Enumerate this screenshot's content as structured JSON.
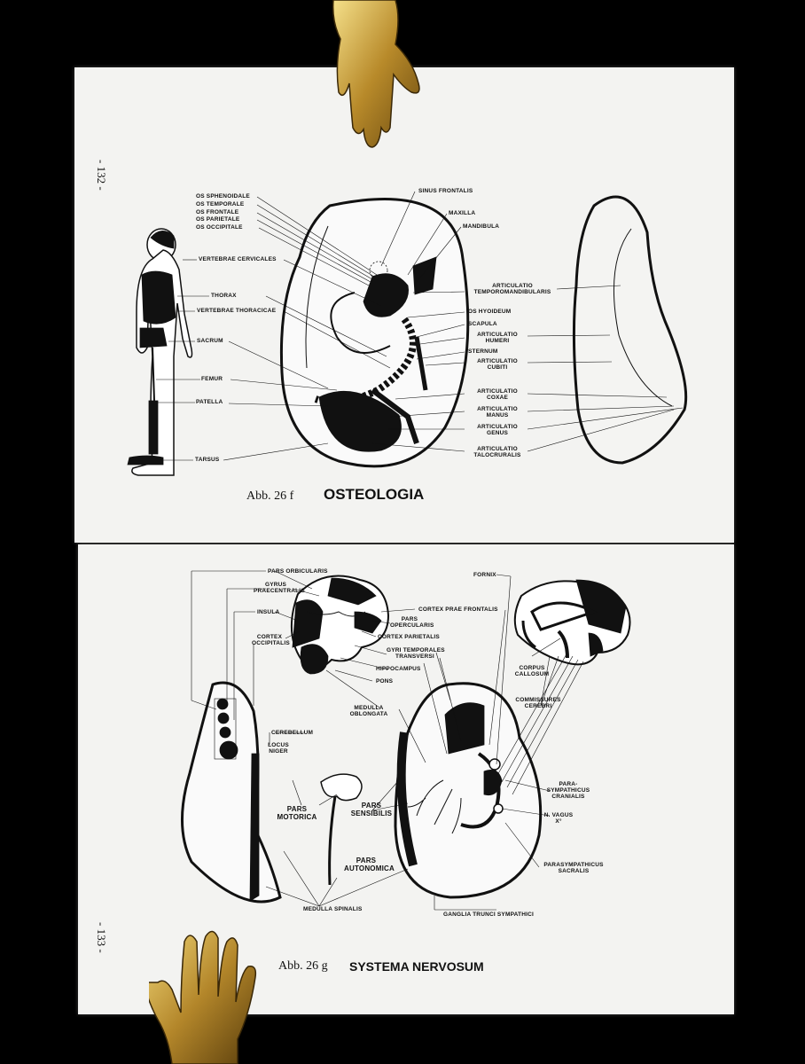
{
  "top_page": {
    "page_number": "- 132 -",
    "caption_abb": "Abb. 26 f",
    "caption_title": "OSTEOLOGIA",
    "labels_left": {
      "os_sphenoidale": "OS SPHENOIDALE",
      "os_temporale": "OS TEMPORALE",
      "os_frontale": "OS FRONTALE",
      "os_parietale": "OS PARIETALE",
      "os_occipitale": "OS OCCIPITALE",
      "vertebrae_cervicales": "VERTEBRAE CERVICALES",
      "thorax": "THORAX",
      "vertebrae_thoracicae": "VERTEBRAE THORACICAE",
      "sacrum": "SACRUM",
      "femur": "FEMUR",
      "patella": "PATELLA",
      "tarsus": "TARSUS"
    },
    "labels_right": {
      "sinus_frontalis": "SINUS FRONTALIS",
      "maxilla": "MAXILLA",
      "mandibula": "MANDIBULA",
      "art_temporo_1": "ARTICULATIO",
      "art_temporo_2": "TEMPOROMANDIBULARIS",
      "os_hyoideum": "OS HYOIDEUM",
      "scapula": "SCAPULA",
      "art_humeri_1": "ARTICULATIO",
      "art_humeri_2": "HUMERI",
      "sternum": "STERNUM",
      "art_cubiti_1": "ARTICULATIO",
      "art_cubiti_2": "CUBITI",
      "art_coxae_1": "ARTICULATIO",
      "art_coxae_2": "COXAE",
      "art_manus_1": "ARTICULATIO",
      "art_manus_2": "MANUS",
      "art_genus_1": "ARTICULATIO",
      "art_genus_2": "GENUS",
      "art_talo_1": "ARTICULATIO",
      "art_talo_2": "TALOCRURALIS"
    }
  },
  "bottom_page": {
    "page_number": "- 133 -",
    "caption_abb": "Abb. 26 g",
    "caption_title": "SYSTEMA  NERVOSUM",
    "labels": {
      "pars_orbicularis": "PARS ORBICULARIS",
      "gyrus_1": "GYRUS",
      "gyrus_2": "PRAECENTRALIS",
      "insula": "INSULA",
      "cortex_occ_1": "CORTEX",
      "cortex_occ_2": "OCCIPITALIS",
      "cortex_prae_frontalis": "CORTEX PRAE FRONTALIS",
      "pars_operc_1": "PARS",
      "pars_operc_2": "OPERCULARIS",
      "cortex_parietalis": "CORTEX PARIETALIS",
      "gyri_temp_1": "GYRI TEMPORALES",
      "gyri_temp_2": "TRANSVERSI",
      "hippocampus": "HIPPOCAMPUS",
      "pons": "PONS",
      "medulla_obl_1": "MEDULLA",
      "medulla_obl_2": "OBLONGATA",
      "cerebellum": "CEREBELLUM",
      "locus_1": "LOCUS",
      "locus_2": "NIGER",
      "fornix": "FORNIX",
      "corpus_1": "CORPUS",
      "corpus_2": "CALLOSUM",
      "commissures_1": "COMMISSURES",
      "commissures_2": "CEREBRI",
      "para_cran_1": "PARA-",
      "para_cran_2": "SYMPATHICUS",
      "para_cran_3": "CRANIALIS",
      "n_vagus_1": "N. VAGUS",
      "n_vagus_2": "X°",
      "para_sacr_1": "PARASYMPATHICUS",
      "para_sacr_2": "SACRALIS",
      "pars_motorica_1": "PARS",
      "pars_motorica_2": "MOTORICA",
      "pars_sensibilis_1": "PARS",
      "pars_sensibilis_2": "SENSIBILIS",
      "pars_auton_1": "PARS",
      "pars_auton_2": "AUTONOMICA",
      "medulla_spinalis": "MEDULLA SPINALIS",
      "ganglia": "GANGLIA TRUNCI SYMPATHICI"
    }
  }
}
